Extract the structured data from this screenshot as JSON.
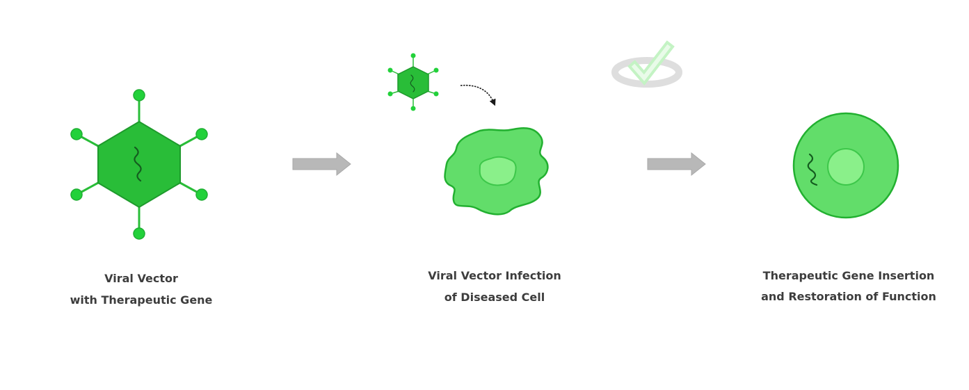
{
  "stages": [
    {
      "caption_line1": "Viral Vector",
      "caption_line2": "with Therapeutic Gene"
    },
    {
      "caption_line1": "Viral Vector Infection",
      "caption_line2": "of Diseased Cell"
    },
    {
      "caption_line1": "Therapeutic Gene Insertion",
      "caption_line2": "and Restoration of Function"
    }
  ],
  "colors": {
    "capsid_fill": "#29bd38",
    "capsid_stroke": "#1e9a2c",
    "spike_tip": "#22d13a",
    "cell_fill": "#62dd6a",
    "cell_stroke": "#22b030",
    "nucleus_fill": "#8af08a",
    "gene_stroke": "#145c1f",
    "process_arrow": "#b8b8b8",
    "curved_arrow": "#1a1a1a",
    "check_ring": "#dedede",
    "check_mark": "#c4f3c4",
    "caption_text": "#3d3d3d"
  },
  "icons": {
    "stage1": "virus-capsid-icon",
    "stage2_small": "small-virus-icon",
    "stage2_main": "diseased-cell-icon",
    "stage3": "healthy-cell-icon",
    "process": "right-arrow-icon",
    "success": "checkmark-icon"
  }
}
